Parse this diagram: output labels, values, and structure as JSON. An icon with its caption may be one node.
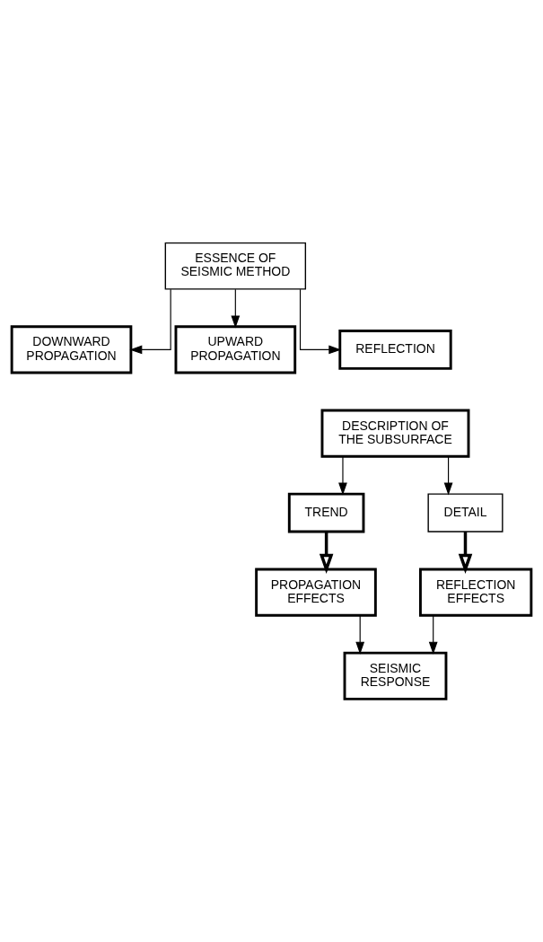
{
  "diagram": {
    "nodes": [
      {
        "text": [
          "ESSENCE OF SEISMIC METHOD"
        ]
      },
      {
        "text": [
          "DOWNWARD PROPAGATION"
        ]
      },
      {
        "text": [
          "UPWARD PROPAGATION"
        ]
      },
      {
        "text": [
          "REFLECTION"
        ]
      },
      {
        "text": [
          "DESCRIPTION OF THE SUBSURFACE"
        ]
      },
      {
        "text": [
          "TREND"
        ]
      },
      {
        "text": [
          "DETAIL"
        ]
      },
      {
        "text": [
          "PROPAGATION EFFECTS"
        ]
      },
      {
        "text": [
          "REFLECTION EFFECTS"
        ]
      },
      {
        "text": [
          "SEISMIC RESPONSE"
        ]
      }
    ],
    "edges": [
      {
        "from": 0,
        "to": 1,
        "arrow": "to"
      },
      {
        "from": 0,
        "to": 3,
        "arrow": "to"
      },
      {
        "from": 0,
        "to": 2,
        "arrow": "to"
      },
      {
        "from": 4,
        "to": 5,
        "arrow": "to"
      },
      {
        "from": 4,
        "to": 6,
        "arrow": "to"
      },
      {
        "from": 5,
        "to": 7,
        "arrow": "to",
        "style": "thick"
      },
      {
        "from": 6,
        "to": 8,
        "arrow": "to",
        "style": "thick"
      },
      {
        "from": 7,
        "to": 9,
        "arrow": "to"
      },
      {
        "from": 8,
        "to": 9,
        "arrow": "to"
      }
    ]
  }
}
